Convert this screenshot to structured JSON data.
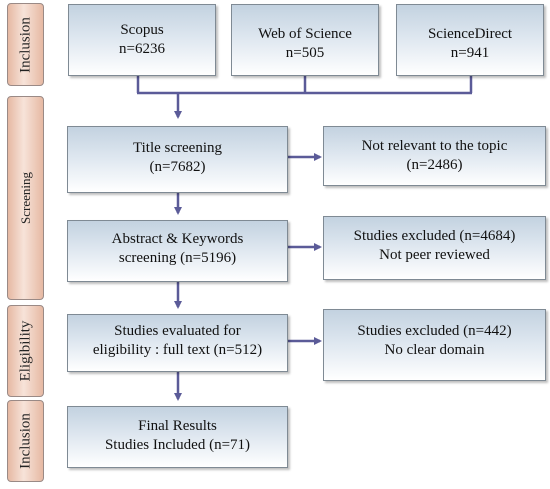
{
  "phases": {
    "identification": "Inclusion",
    "screening": "Screening",
    "eligibility": "Eligibility",
    "included": "Inclusion"
  },
  "sources": {
    "scopus": {
      "name": "Scopus",
      "count": "n=6236"
    },
    "wos": {
      "name": "Web of Science",
      "count": "n=505"
    },
    "sciencedirect": {
      "name": "ScienceDirect",
      "count": "n=941"
    }
  },
  "steps": {
    "title_screening": {
      "line1": "Title screening",
      "line2": "(n=7682)"
    },
    "abstract_screening": {
      "line1": "Abstract & Keywords",
      "line2": "screening (n=5196)"
    },
    "eligibility": {
      "line1": "Studies evaluated for",
      "line2": "eligibility  : full text (n=512)"
    },
    "final": {
      "line1": "Final Results",
      "line2": "Studies Included (n=71)"
    }
  },
  "exclusions": {
    "not_relevant": {
      "line1": "Not relevant to the topic",
      "line2": "(n=2486)"
    },
    "not_peer_reviewed": {
      "line1": "Studies excluded  (n=4684)",
      "line2": "Not peer reviewed"
    },
    "no_domain": {
      "line1": "Studies excluded  (n=442)",
      "line2": "No clear domain"
    }
  },
  "colors": {
    "phase_fill": "#f2d3c3",
    "box_fill": "#d4dfea",
    "arrow": "#5b5b98"
  }
}
